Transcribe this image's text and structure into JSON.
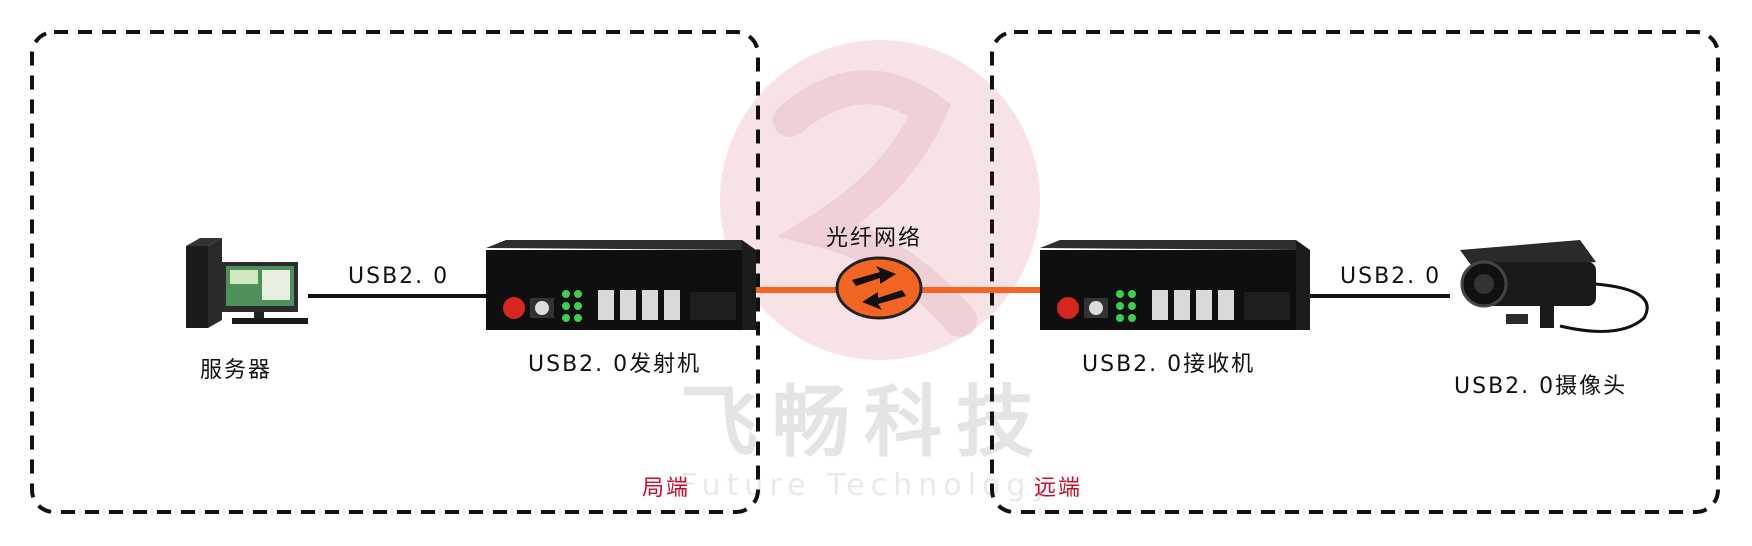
{
  "watermark": {
    "cn": "飞畅科技",
    "en": "Future Technology"
  },
  "zones": {
    "local": {
      "label": "局端"
    },
    "remote": {
      "label": "远端"
    }
  },
  "network": {
    "label": "光纤网络"
  },
  "links": {
    "left_usb": "USB2. 0",
    "right_usb": "USB2. 0"
  },
  "devices": {
    "server": {
      "label": "服务器"
    },
    "transmitter": {
      "label": "USB2. 0发射机"
    },
    "receiver": {
      "label": "USB2. 0接收机"
    },
    "camera": {
      "label": "USB2. 0摄像头"
    }
  },
  "colors": {
    "fiber": "#f26522",
    "dash": "#111111",
    "zone_label": "#c8102e",
    "watermark": "#e8c8cc"
  }
}
